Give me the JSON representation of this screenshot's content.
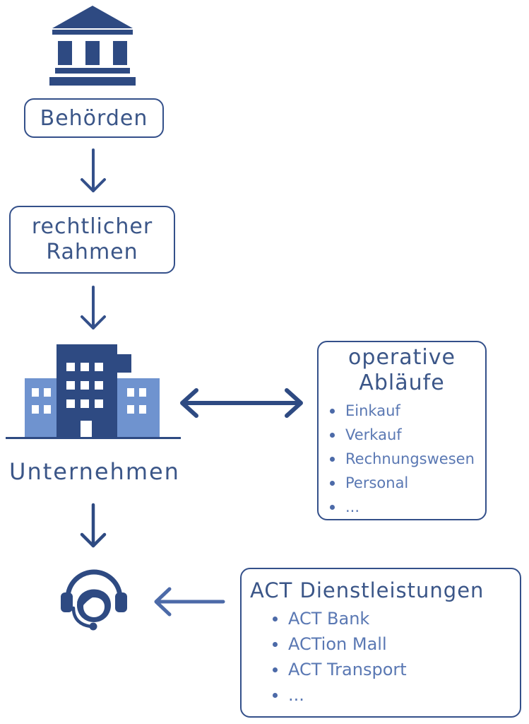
{
  "diagram": {
    "authorities": {
      "label": "Behörden"
    },
    "legal_framework": {
      "line1": "rechtlicher",
      "line2": "Rahmen"
    },
    "company": {
      "label": "Unternehmen"
    },
    "operations": {
      "title_line1": "operative",
      "title_line2": "Abläufe",
      "items": [
        "Einkauf",
        "Verkauf",
        "Rechnungswesen",
        "Personal",
        "..."
      ]
    },
    "services": {
      "title": "ACT Dienstleistungen",
      "items": [
        "ACT Bank",
        "ACTion Mall",
        "ACT Transport",
        "..."
      ]
    },
    "icons": {
      "authority": "government-building-icon",
      "company": "office-building-icon",
      "support": "headset-agent-icon"
    },
    "colors": {
      "primary": "#2e4a82",
      "accent": "#6f93cf",
      "text": "#3b5688"
    }
  }
}
